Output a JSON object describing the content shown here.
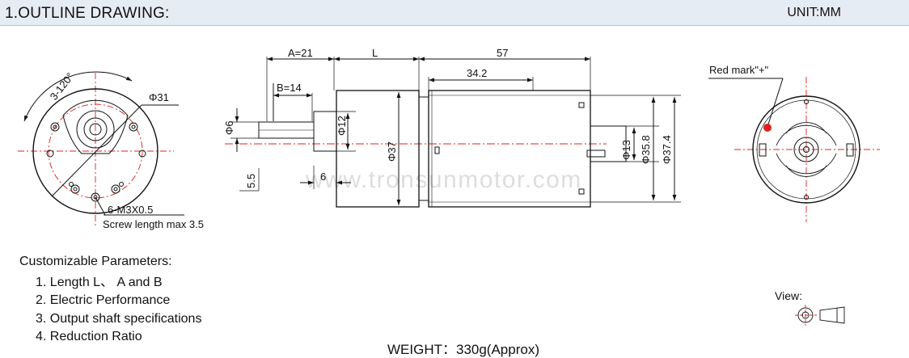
{
  "header": {
    "title": "1.OUTLINE DRAWING:",
    "unit": "UNIT:MM"
  },
  "drawing": {
    "front": {
      "angle": "3-120°",
      "diameter": "Φ31",
      "holes": "6-M3X0.5",
      "screw_note": "Screw length max 3.5"
    },
    "side": {
      "dim_a": "A=21",
      "dim_b": "B=14",
      "dim_l": "L",
      "dim_57": "57",
      "dim_342": "34.2",
      "phi6": "Φ6",
      "phi12": "Φ12",
      "phi37": "Φ37",
      "phi13": "Φ13",
      "phi358": "Φ35.8",
      "phi374": "Φ37.4",
      "dim_55": "5.5",
      "dim_6": "6"
    },
    "back": {
      "red_mark": "Red mark\"+\""
    },
    "watermark": "www.tronsunmotor.com",
    "view_label": "View:"
  },
  "params": {
    "heading": "Customizable Parameters:",
    "items": [
      "1. Length  L、 A and B",
      "2. Electric Performance",
      "3. Output shaft specifications",
      "4. Reduction Ratio"
    ]
  },
  "weight": "WEIGHT：330g(Approx)",
  "colors": {
    "header_bg": "#e6ecf3",
    "centerline": "#e02020",
    "red_mark": "#e02020"
  }
}
